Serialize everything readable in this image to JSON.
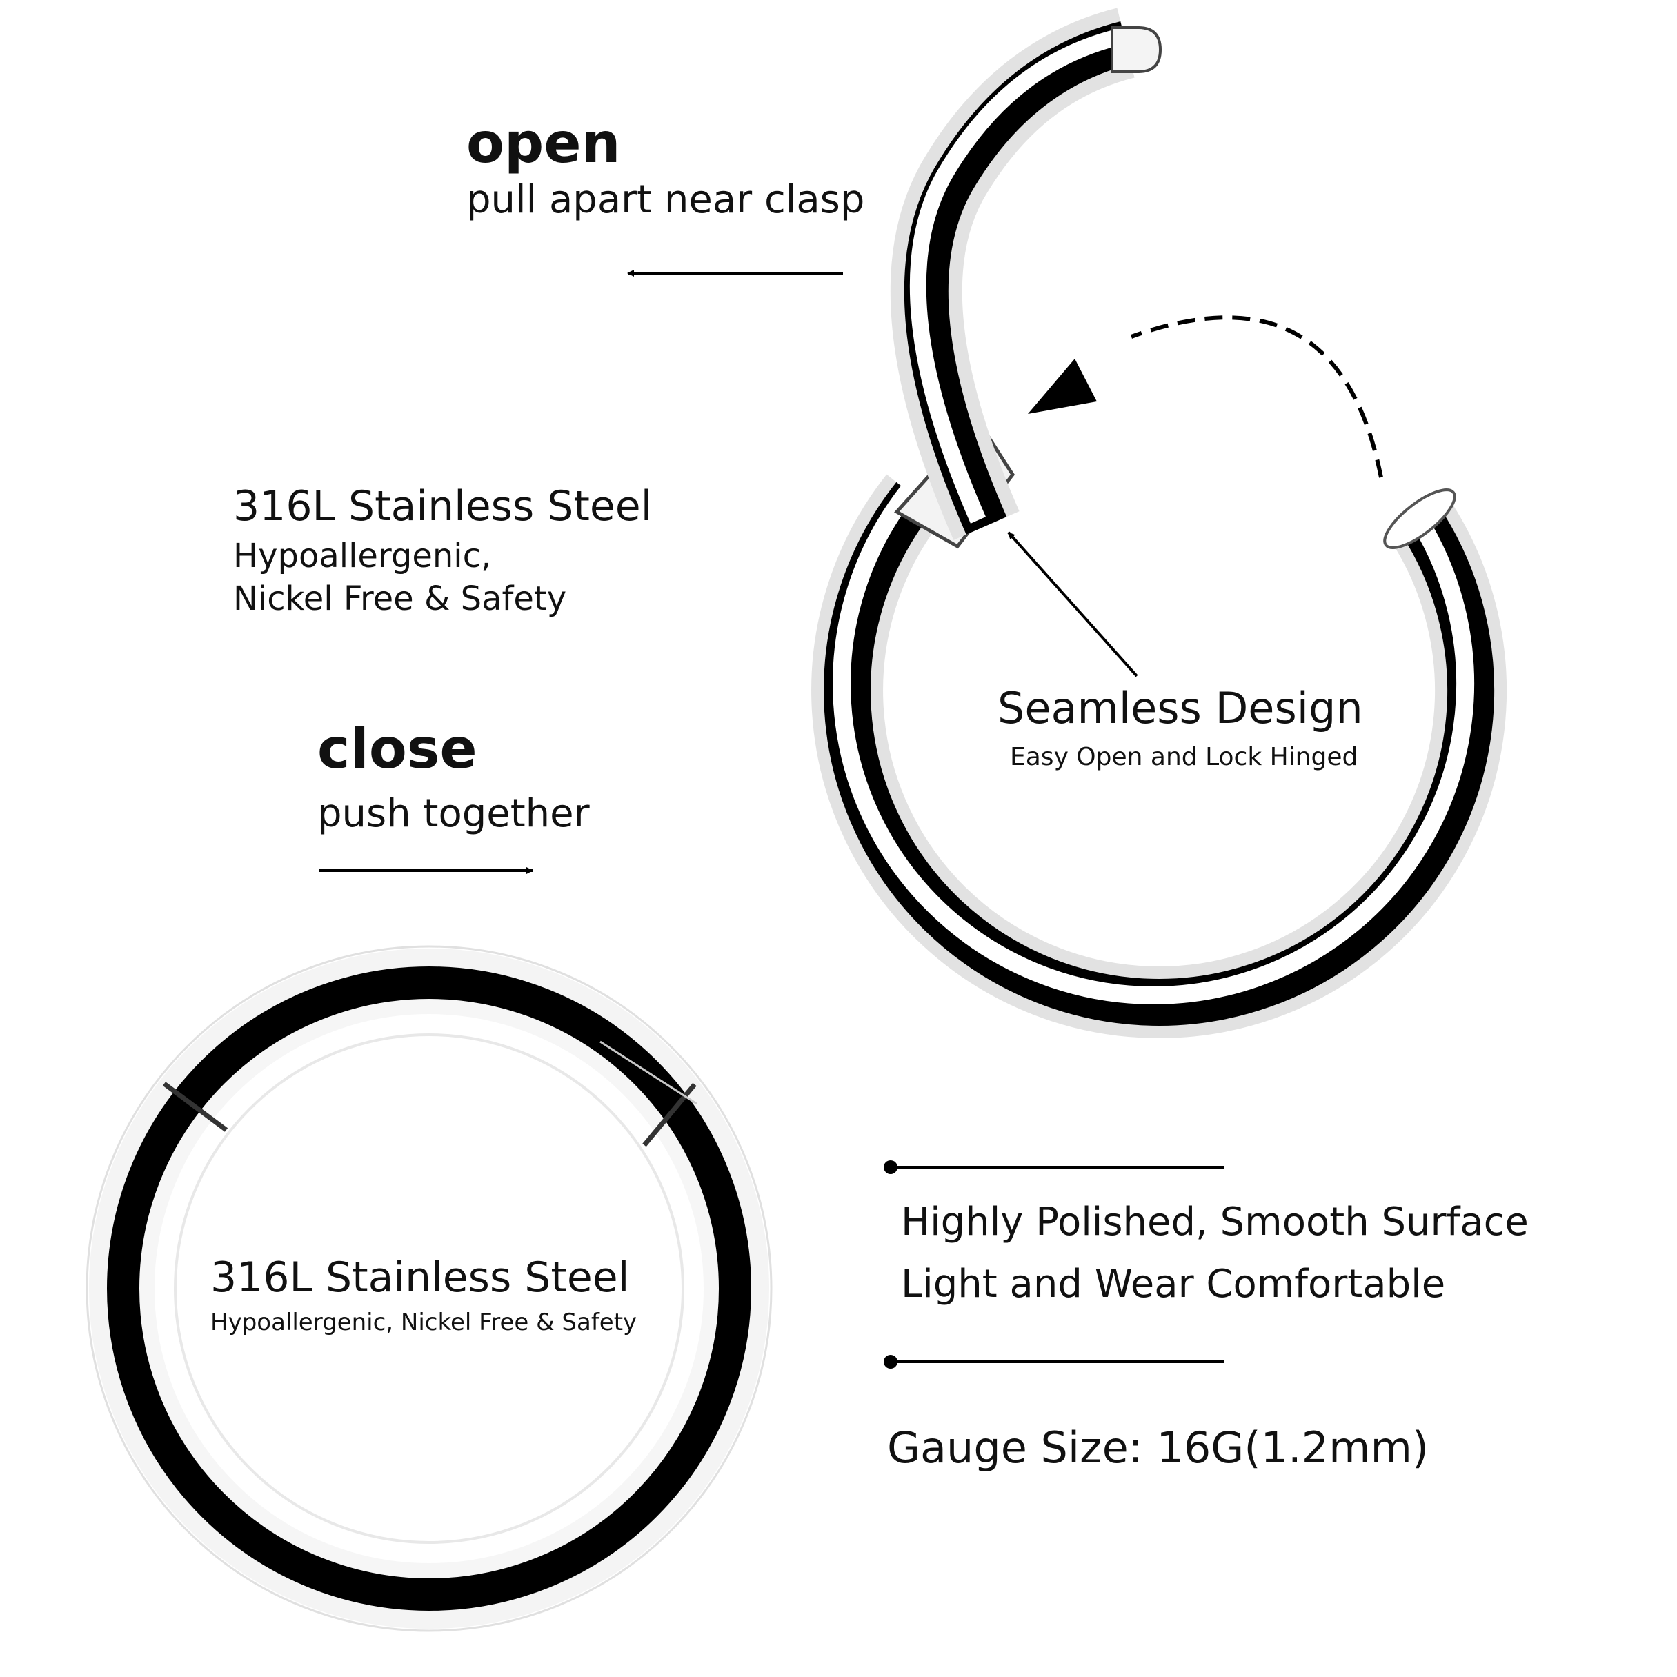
{
  "open": {
    "title": "open",
    "subtitle": "pull apart near clasp"
  },
  "close": {
    "title": "close",
    "subtitle": "push together"
  },
  "material_top": {
    "title": "316L Stainless Steel",
    "line1": "Hypoallergenic,",
    "line2": "Nickel Free & Safety"
  },
  "seamless": {
    "title": "Seamless Design",
    "subtitle": "Easy Open and Lock Hinged"
  },
  "material_ring": {
    "title": "316L Stainless Steel",
    "subtitle": "Hypoallergenic, Nickel Free & Safety"
  },
  "features": {
    "line1": "Highly Polished, Smooth Surface",
    "line2": "Light and Wear Comfortable"
  },
  "gauge": {
    "text": "Gauge Size: 16G(1.2mm)"
  },
  "colors": {
    "background": "#ffffff",
    "text": "#111111",
    "metal_dark": "#000000",
    "metal_light": "#ffffff"
  }
}
